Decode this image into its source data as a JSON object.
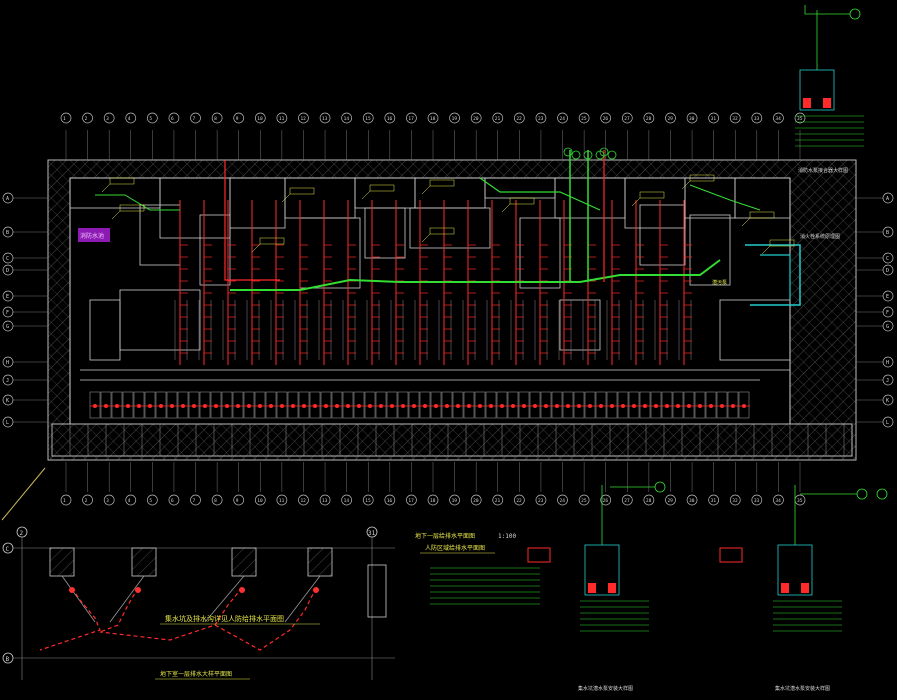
{
  "drawing": {
    "background": "#000000",
    "colors": {
      "wall": "#cfcfcf",
      "hatch": "#6a6a6a",
      "pipe_red": "#ff2a2a",
      "pipe_green": "#33dd33",
      "pipe_cyan": "#22cccc",
      "text_yellow": "#e8e84a",
      "text_white": "#d8d8d8",
      "label_magenta": "#cc33ff"
    },
    "scale_label": "1:100",
    "detail_title_1": "地下一层给排水平面图",
    "detail_title_2": "人防区域给排水平面图",
    "partial_plan_label": "地下室一层排水大样平面图",
    "partial_plan_note": "集水坑及排水沟详见人防给排水平面图",
    "riser_label_1": "消防水泵接合器大样图",
    "riser_label_2": "集水坑潜水泵安装大样图",
    "riser_label_3": "集水坑潜水泵安装大样图",
    "riser_label_4": "消火栓系统原理图",
    "equipment_tag": "潜污泵",
    "magenta_note": "消防水池",
    "grid_numbers_top": [
      "1",
      "2",
      "3",
      "4",
      "5",
      "6",
      "7",
      "8",
      "9",
      "10",
      "11",
      "12",
      "13",
      "14",
      "15",
      "16",
      "17",
      "18",
      "19",
      "20",
      "21",
      "22",
      "23",
      "24",
      "25",
      "26",
      "27",
      "28",
      "29",
      "30",
      "31",
      "32",
      "33",
      "34",
      "35"
    ],
    "grid_letters_left": [
      "A",
      "B",
      "C",
      "D",
      "E",
      "F",
      "G",
      "H",
      "J",
      "K",
      "L"
    ],
    "partial_grid_top": [
      "2",
      "31"
    ],
    "partial_grid_left": [
      "C",
      "B"
    ]
  }
}
